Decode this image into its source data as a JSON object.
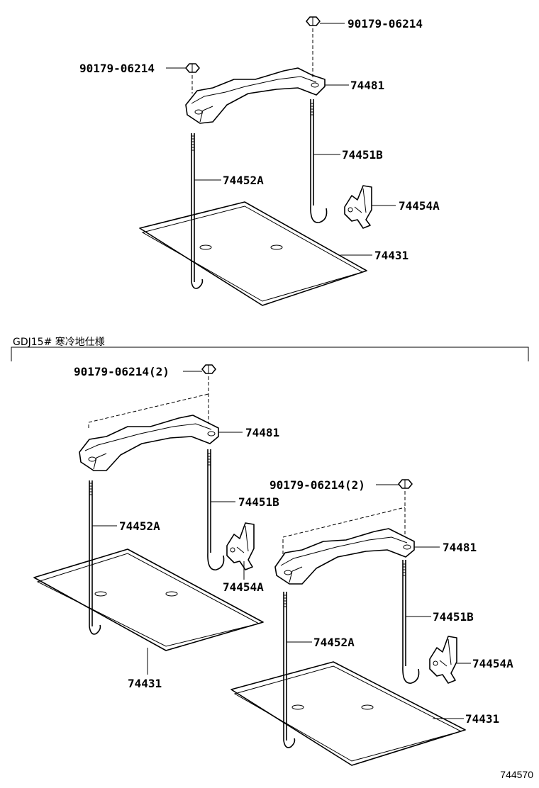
{
  "top": {
    "bolt_right": "90179-06214",
    "bolt_left": "90179-06214",
    "clamp": "74481",
    "rod_b": "74451B",
    "rod_a": "74452A",
    "hook": "74454A",
    "tray": "74431"
  },
  "section_label": "GDJ15# 寒冷地仕様",
  "left": {
    "bolt": "90179-06214(2)",
    "clamp": "74481",
    "rod_b": "74451B",
    "rod_a": "74452A",
    "hook": "74454A",
    "tray": "74431"
  },
  "right": {
    "bolt": "90179-06214(2)",
    "clamp": "74481",
    "rod_b": "74451B",
    "rod_a": "74452A",
    "hook": "74454A",
    "tray": "74431"
  },
  "figure_number": "744570"
}
